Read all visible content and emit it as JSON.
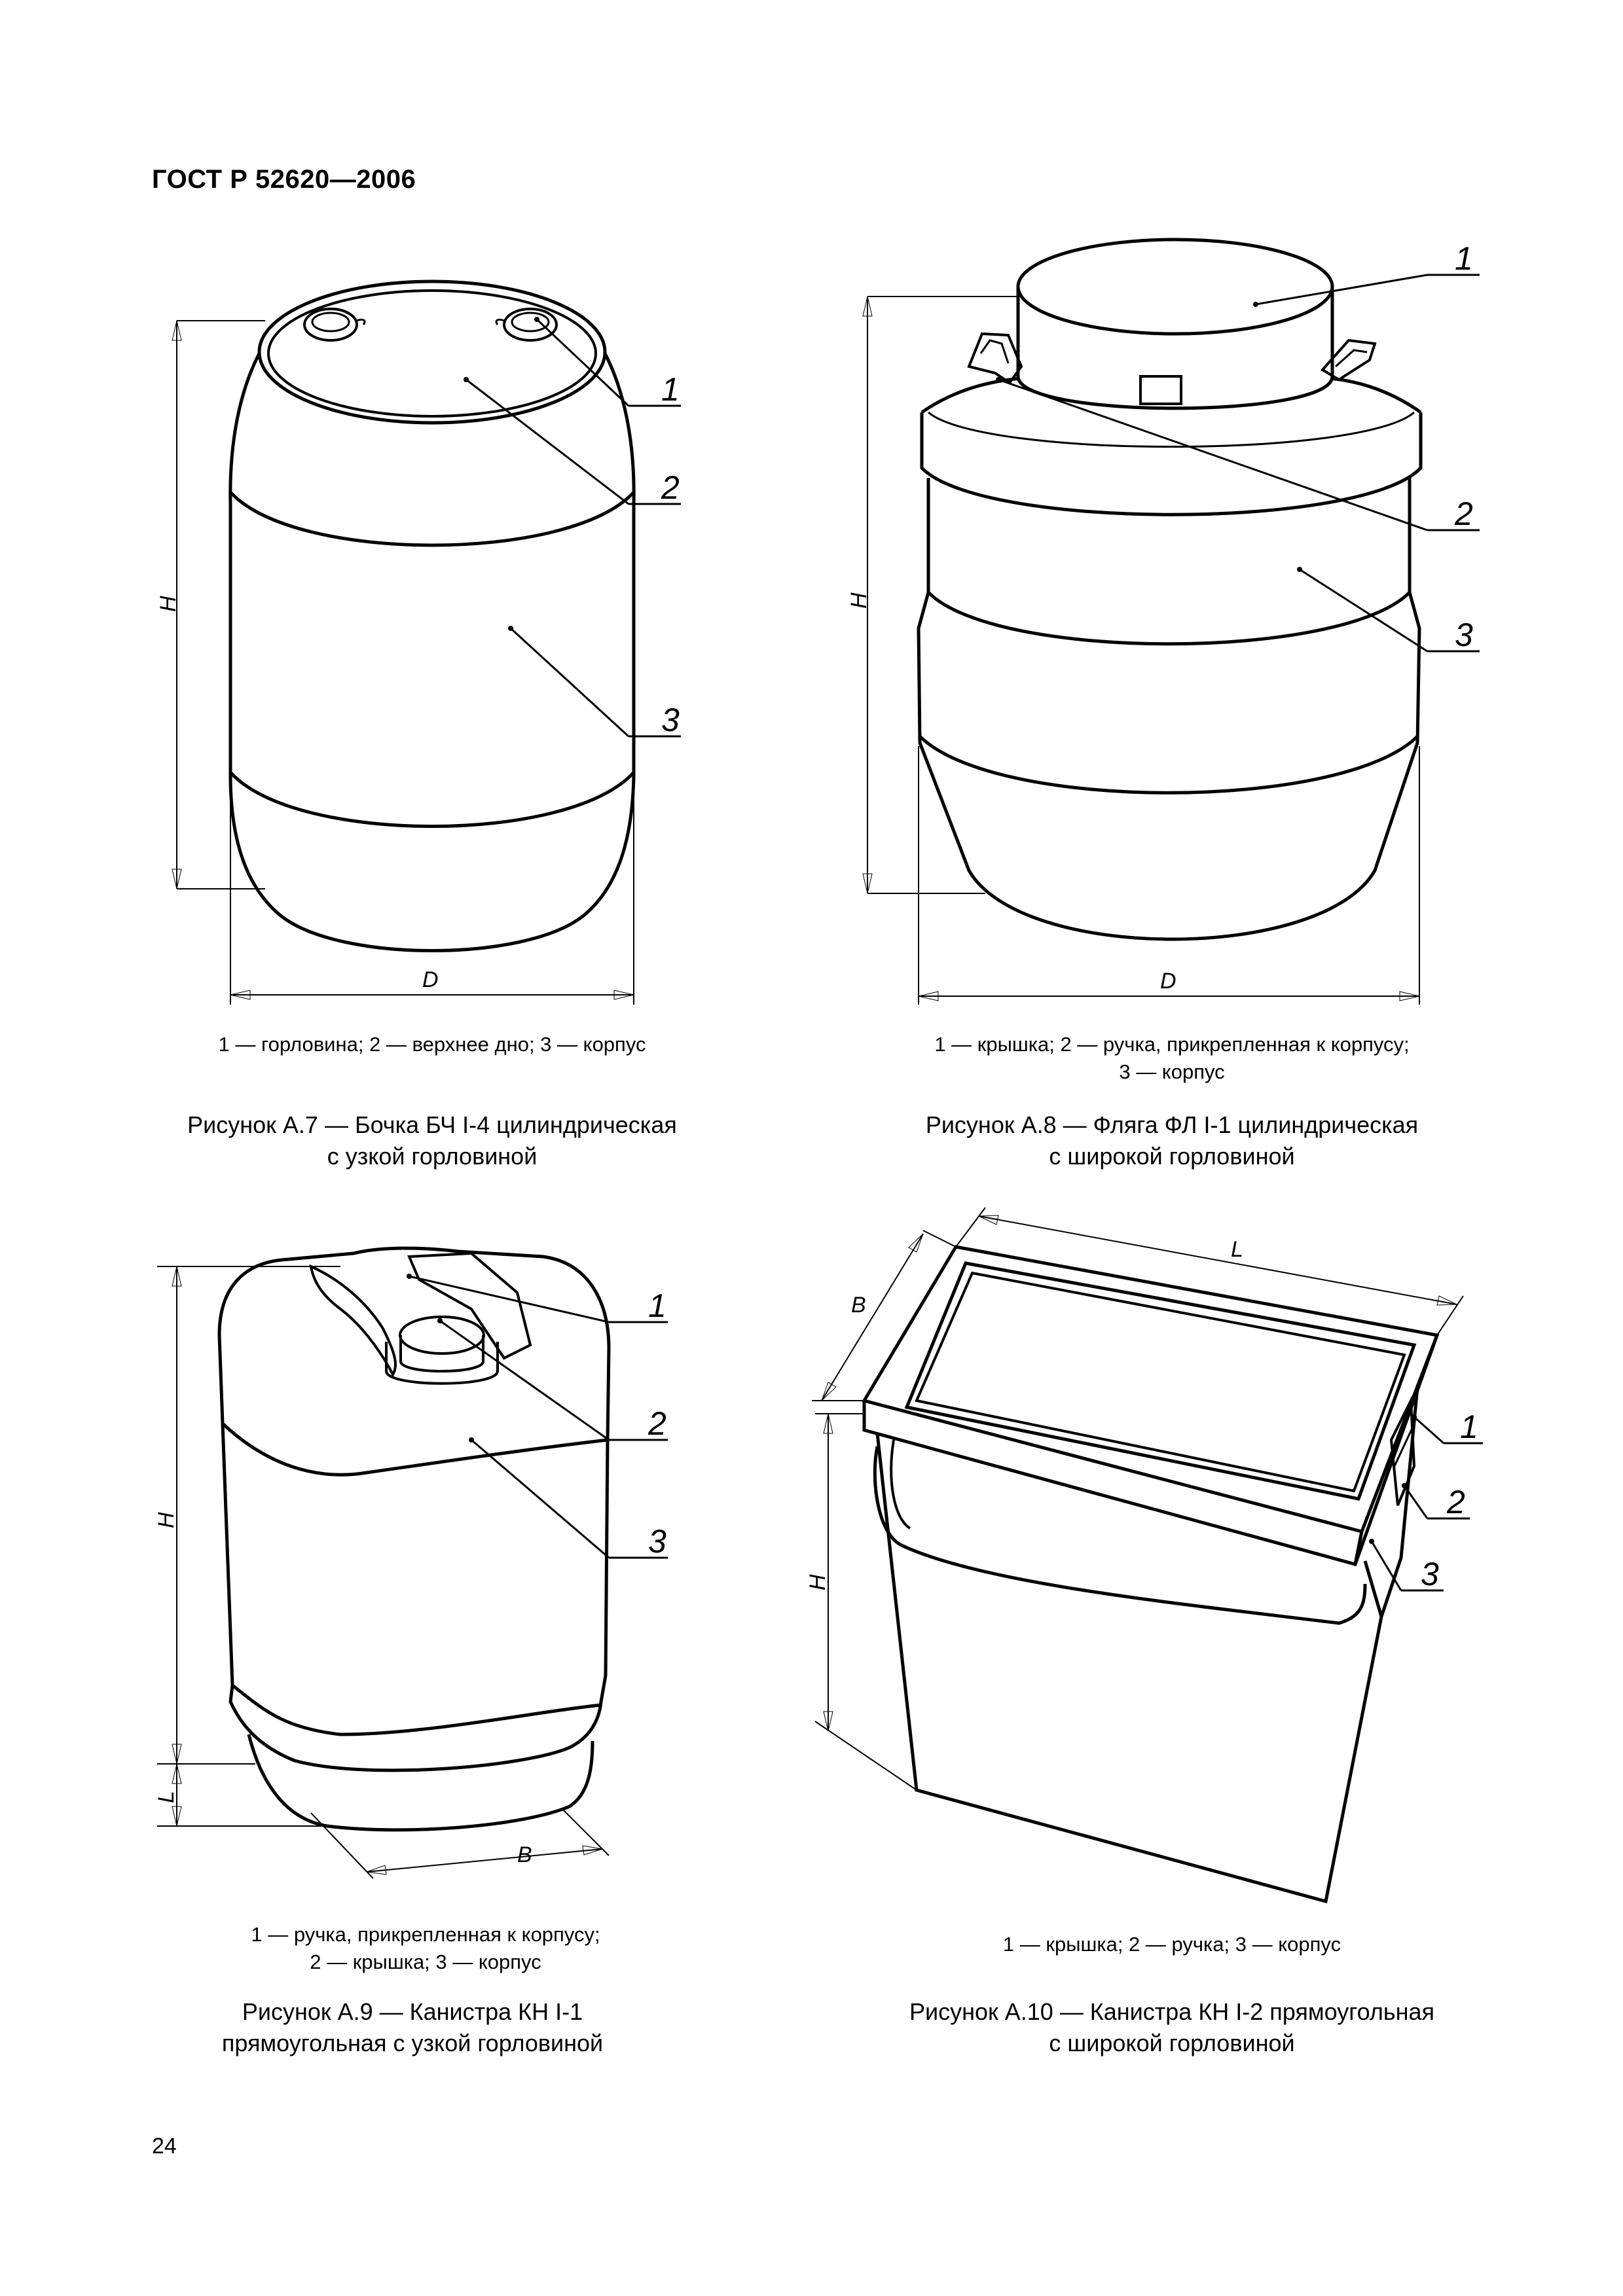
{
  "header": {
    "standard": "ГОСТ Р 52620—2006"
  },
  "page_number": "24",
  "figures": [
    {
      "callouts": [
        "1",
        "2",
        "3"
      ],
      "dims": {
        "height": "H",
        "diameter": "D"
      },
      "legend": [
        "1 — горловина; 2 — верхнее дно; 3 — корпус"
      ],
      "caption": [
        "Рисунок А.7 — Бочка БЧ I-4 цилиндрическая",
        "с узкой горловиной"
      ]
    },
    {
      "callouts": [
        "1",
        "2",
        "3"
      ],
      "dims": {
        "height": "H",
        "diameter": "D"
      },
      "legend": [
        "1 — крышка;  2 — ручка,  прикрепленная  к  корпусу;",
        "3 — корпус"
      ],
      "caption": [
        "Рисунок А.8 — Фляга ФЛ I-1 цилиндрическая",
        "с широкой горловиной"
      ]
    },
    {
      "callouts": [
        "1",
        "2",
        "3"
      ],
      "dims": {
        "height": "H",
        "lower": "L",
        "width": "B"
      },
      "legend": [
        "1 — ручка,  прикрепленная  к  корпусу;",
        "2 — крышка;  3 — корпус"
      ],
      "caption": [
        "Рисунок А.9 — Канистра  КН I-1",
        "прямоугольная  с  узкой  горловиной"
      ]
    },
    {
      "callouts": [
        "1",
        "2",
        "3"
      ],
      "dims": {
        "length": "L",
        "width": "B",
        "height": "H"
      },
      "legend": [
        "1 — крышка; 2 — ручка; 3 — корпус"
      ],
      "caption": [
        "Рисунок А.10 — Канистра  КН I-2 прямоугольная",
        "с широкой горловиной"
      ]
    }
  ]
}
